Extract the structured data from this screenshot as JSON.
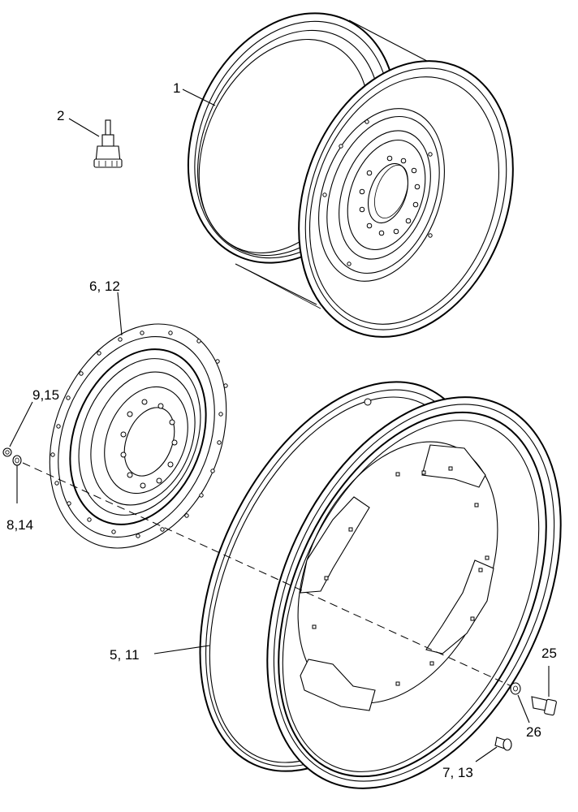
{
  "callouts": {
    "rim": "1",
    "valve": "2",
    "disc": "6, 12",
    "nut": "9,15",
    "washer": "8,14",
    "rim_wheel": "5, 11",
    "bolt": "25",
    "bolt_washer": "26",
    "clamp_bolt": "7, 13"
  }
}
